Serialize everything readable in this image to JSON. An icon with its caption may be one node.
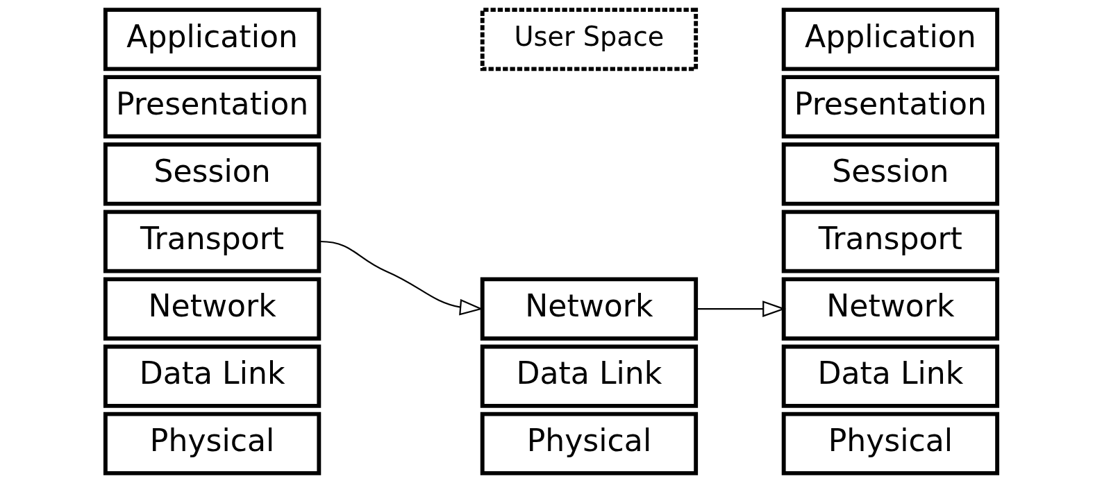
{
  "diagram": {
    "nodes": [
      {
        "text": [
          "Application"
        ]
      },
      {
        "text": [
          "Presentation"
        ]
      },
      {
        "text": [
          "Session"
        ]
      },
      {
        "text": [
          "Transport"
        ]
      },
      {
        "text": [
          "Network"
        ]
      },
      {
        "text": [
          "Data Link"
        ]
      },
      {
        "text": [
          "Physical"
        ]
      },
      {
        "text": [
          "User Space"
        ]
      },
      {
        "text": [
          "Network"
        ]
      },
      {
        "text": [
          "Data Link"
        ]
      },
      {
        "text": [
          "Physical"
        ]
      },
      {
        "text": [
          "Application"
        ]
      },
      {
        "text": [
          "Presentation"
        ]
      },
      {
        "text": [
          "Session"
        ]
      },
      {
        "text": [
          "Transport"
        ]
      },
      {
        "text": [
          "Network"
        ]
      },
      {
        "text": [
          "Data Link"
        ]
      },
      {
        "text": [
          "Physical"
        ]
      }
    ],
    "edges": [
      {
        "from": 3,
        "to": 8,
        "arrow": "to"
      },
      {
        "from": 8,
        "to": 15,
        "arrow": "to"
      }
    ]
  }
}
